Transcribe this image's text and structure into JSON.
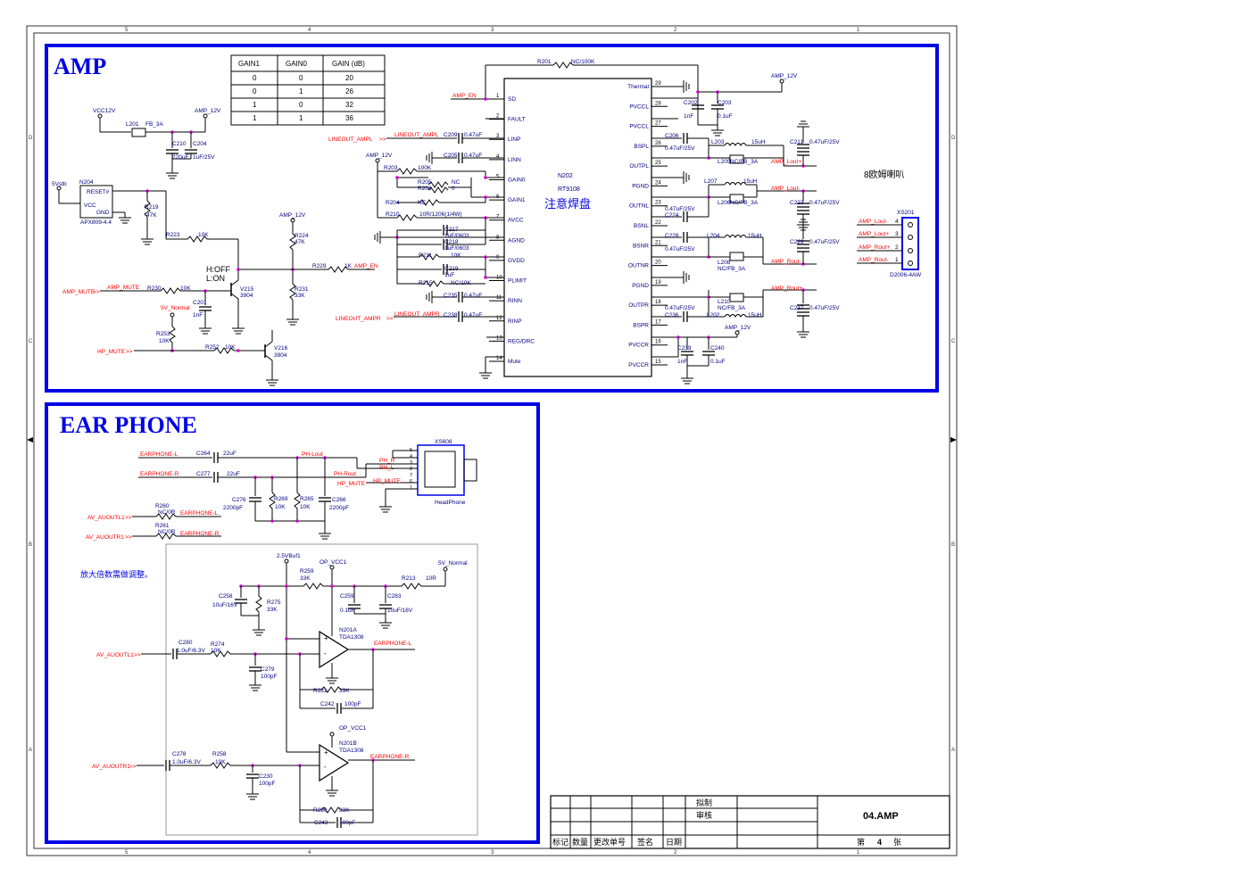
{
  "frame": {
    "col_labels": [
      "5",
      "4",
      "3",
      "2",
      "1"
    ],
    "row_labels": [
      "D",
      "C",
      "B",
      "A"
    ]
  },
  "amp": {
    "title": "AMP",
    "gain_table": {
      "headers": [
        "GAIN1",
        "GAIN0",
        "GAIN (dB)"
      ],
      "rows": [
        [
          "0",
          "0",
          "20"
        ],
        [
          "0",
          "1",
          "26"
        ],
        [
          "1",
          "0",
          "32"
        ],
        [
          "1",
          "1",
          "36"
        ]
      ]
    },
    "chip": {
      "ref": "N202",
      "part": "RT9108",
      "note": "注意焊盘",
      "left_pins": [
        {
          "num": "1",
          "name": "SD"
        },
        {
          "num": "2",
          "name": "FAULT"
        },
        {
          "num": "3",
          "name": "LINP"
        },
        {
          "num": "4",
          "name": "LINN"
        },
        {
          "num": "5",
          "name": "GAIN0"
        },
        {
          "num": "6",
          "name": "GAIN1"
        },
        {
          "num": "7",
          "name": "AVCC"
        },
        {
          "num": "8",
          "name": "AGND"
        },
        {
          "num": "9",
          "name": "GVDD"
        },
        {
          "num": "10",
          "name": "PLIMIT"
        },
        {
          "num": "11",
          "name": "RINN"
        },
        {
          "num": "12",
          "name": "RINP"
        },
        {
          "num": "13",
          "name": "REG/DRC"
        },
        {
          "num": "14",
          "name": "Mute"
        }
      ],
      "right_pins": [
        {
          "num": "29",
          "name": "Thermal"
        },
        {
          "num": "28",
          "name": "PVCCL"
        },
        {
          "num": "27",
          "name": "PVCCL"
        },
        {
          "num": "26",
          "name": "BSPL"
        },
        {
          "num": "25",
          "name": "OUTPL"
        },
        {
          "num": "24",
          "name": "PGND"
        },
        {
          "num": "23",
          "name": "OUTNL"
        },
        {
          "num": "22",
          "name": "BSNL"
        },
        {
          "num": "21",
          "name": "BSNR"
        },
        {
          "num": "20",
          "name": "OUTNR"
        },
        {
          "num": "19",
          "name": "PGND"
        },
        {
          "num": "18",
          "name": "OUTPR"
        },
        {
          "num": "17",
          "name": "BSPR"
        },
        {
          "num": "16",
          "name": "PVCCR"
        },
        {
          "num": "15",
          "name": "PVCCR"
        }
      ]
    },
    "labels": {
      "vcc12v": "VCC12V",
      "amp12v": "AMP_12V",
      "vstb": "5Vstb",
      "l201": "L201",
      "fb3a": "FB_3A",
      "c210": "C210",
      "c210v": "220uF",
      "c204": "C204",
      "c204v": "1uF/25V",
      "n204": "N204",
      "n204p": "APX809-4.4",
      "reset": "RESET#",
      "vcc": "VCC",
      "gnd": "GND",
      "r219": "R219",
      "r219v": "47K",
      "r223": "R223",
      "r223v": "10K",
      "r224": "R224",
      "r224v": "47K",
      "r231": "R231",
      "r231v": "33K",
      "r229": "R229",
      "r229v": "1K",
      "hoff": "H:OFF",
      "lon": "L:ON",
      "v215": "V215",
      "v216": "V216",
      "q3904": "3904",
      "amp_mute_in": "AMP_MUTE",
      "amp_mute": "AMP_MUTE",
      "r230": "R230",
      "r230v": "10K",
      "v5normal": "5V_Normal",
      "c201": "C201",
      "c201v": "1nF",
      "r253": "R253",
      "r253v": "10K",
      "hp_mute_in": "HP_MUTE",
      "r252": "R252",
      "r252v": "10K",
      "amp_en": "AMP_EN",
      "r201": "R201",
      "r201v": "NC/100K",
      "lineout_ampl_in": "LINEOUT_AMPL",
      "lineout_ampl": "LINEOUT_AMPL",
      "lineout_ampr_in": "LINEOUT_AMPR",
      "lineout_ampr": "LINEOUT_AMPR",
      "c209": "C209",
      "c205": "C205",
      "c235": "C235",
      "c238": "C238",
      "c047": "0.47uF",
      "r203": "R203",
      "r203v": "100K",
      "r205": "R205",
      "r205v": "NC",
      "r206": "R206",
      "r206v": "0",
      "r204": "R204",
      "r204v": "NC",
      "r210": "R210",
      "r210v": "10R/1206(1/4W)",
      "c217": "C217",
      "c218": "C218",
      "c0603": "1uF/0603",
      "r211": "R211",
      "r211v": "10K",
      "c219": "C219",
      "c219v": "1uF",
      "r215": "R215",
      "r215v": "NC/10K",
      "c202": "C202",
      "c202v": "1nF",
      "c203": "C203",
      "c203v": "0.1uF",
      "c206": "C206",
      "c224": "C224",
      "c228": "C228",
      "c236": "C236",
      "c047_25": "0.47uF/25V",
      "l203": "L203",
      "l207": "L207",
      "l204": "L204",
      "l202": "L202",
      "l15uh": "15uH",
      "l205": "L205",
      "l206": "L206",
      "l208": "L208",
      "l210": "L210",
      "ncfb": "NC/FB_3A",
      "c211": "C211",
      "c223": "C223",
      "c229": "C229",
      "c237": "C237",
      "c239": "C239",
      "c239v": "1nF",
      "c240": "C240",
      "c240v": "0.1uF",
      "amp_lout_p": "AMP_Lout+",
      "amp_lout_m": "AMP_Lout-",
      "amp_rout_m": "AMP_Rout-",
      "amp_rout_p": "AMP_Rout+",
      "speaker_note": "8欧姆喇叭",
      "xs201": "XS201",
      "xs201p": "D2006-4AW"
    }
  },
  "earphone": {
    "title": "EAR PHONE",
    "note": "放大倍数需做调整。",
    "labels": {
      "earphone_l": "EARPHONE-L",
      "earphone_r": "EARPHONE-R",
      "c264": "C264",
      "c277": "C277",
      "c22uf": "22uF",
      "ph_lout": "PH-Lout",
      "ph_rout": "PH-Rout",
      "ph_r": "PH_R",
      "ph_l": "PH_L",
      "hp_mute": "HP_MUTE",
      "c276": "C276",
      "c276v": "2200pF",
      "r269": "R269",
      "r265": "R265",
      "r10k": "10K",
      "c266": "C266",
      "c266v": "2200pF",
      "xs608": "XS608",
      "headphone": "HeadPhone",
      "av_l1": "AV_AUOUTL1",
      "av_r1": "AV_AUOUTR1",
      "r260": "R260",
      "r261": "R261",
      "nc0r": "NC/0R",
      "v25": "2.5VBuf1",
      "opvcc1": "OP_VCC1",
      "r259": "R259",
      "r259v": "33K",
      "r213": "R213",
      "r213v": "10R",
      "v5n": "5V_Normal",
      "c258": "C258",
      "c258v": "10uF/16V",
      "r275": "R275",
      "r275v": "33K",
      "c259": "C259",
      "c259v": "0.1uF",
      "c283": "C283",
      "c283v": "10uF/16V",
      "n201a": "N201A",
      "n201b": "N201B",
      "tda": "TDA1308",
      "c280": "C280",
      "c280v": "1.0uF/6.3V",
      "r274": "R274",
      "r274v": "10K",
      "c279": "C279",
      "c279v": "100pF",
      "r281": "R281",
      "r281v": "33K",
      "c242": "C242",
      "c242v": "100pF",
      "c278": "C278",
      "c278v": "1.0uF/6.3V",
      "r258": "R258",
      "r258v": "10K",
      "c230": "C230",
      "c230v": "100pF",
      "r290": "R290",
      "r290v": "33K",
      "c243": "C243",
      "c243v": "100pF"
    }
  },
  "title_block": {
    "drawn": "拟制",
    "checked": "审核",
    "cols": [
      "标记",
      "数量",
      "更改单号",
      "签名",
      "日期"
    ],
    "drawing_name": "04.AMP",
    "sheet_prefix": "第",
    "sheet_no": "4",
    "sheet_suffix": "张"
  },
  "colors": {
    "border": "#0000e6",
    "pin": "#000080",
    "net": "#ff0000",
    "wire": "#000000",
    "junction": "#cc00cc",
    "frame": "#333333",
    "label": "#000080"
  }
}
